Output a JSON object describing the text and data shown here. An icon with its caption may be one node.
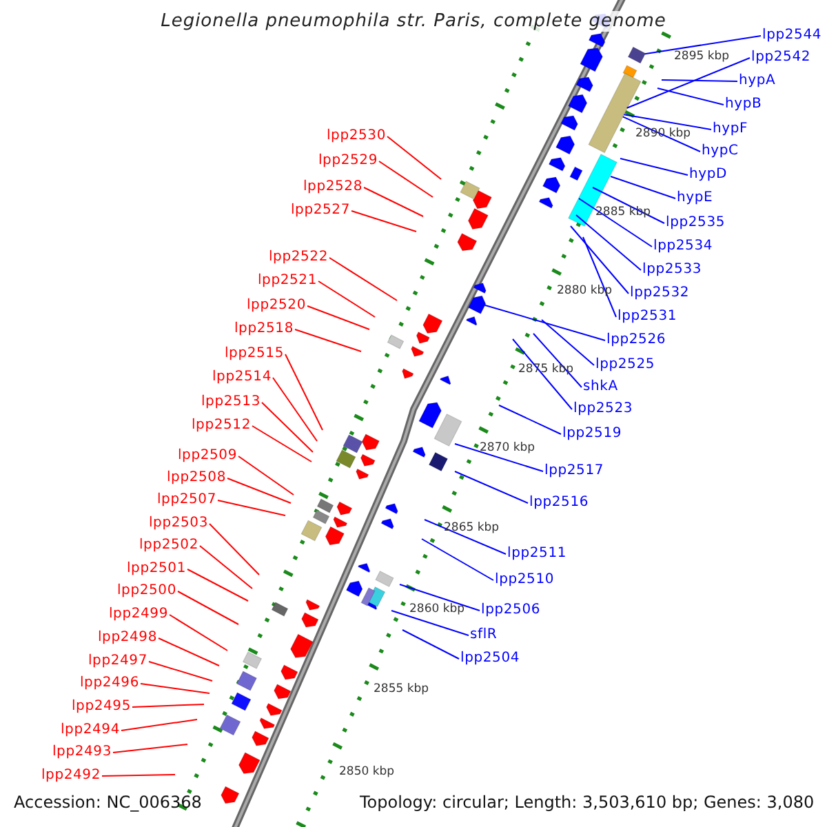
{
  "diagram": {
    "title": "Legionella pneumophila str. Paris, complete genome",
    "nodes": [
      {
        "text": [
          "lpp2530"
        ]
      },
      {
        "text": [
          "lpp2529"
        ]
      },
      {
        "text": [
          "lpp2528"
        ]
      },
      {
        "text": [
          "lpp2527"
        ]
      },
      {
        "text": [
          "lpp2522"
        ]
      },
      {
        "text": [
          "lpp2521"
        ]
      },
      {
        "text": [
          "lpp2520"
        ]
      },
      {
        "text": [
          "lpp2518"
        ]
      },
      {
        "text": [
          "lpp2515"
        ]
      },
      {
        "text": [
          "lpp2514"
        ]
      },
      {
        "text": [
          "lpp2513"
        ]
      },
      {
        "text": [
          "lpp2512"
        ]
      },
      {
        "text": [
          "lpp2509"
        ]
      },
      {
        "text": [
          "lpp2508"
        ]
      },
      {
        "text": [
          "lpp2507"
        ]
      },
      {
        "text": [
          "lpp2503"
        ]
      },
      {
        "text": [
          "lpp2502"
        ]
      },
      {
        "text": [
          "lpp2501"
        ]
      },
      {
        "text": [
          "lpp2500"
        ]
      },
      {
        "text": [
          "lpp2499"
        ]
      },
      {
        "text": [
          "lpp2498"
        ]
      },
      {
        "text": [
          "lpp2497"
        ]
      },
      {
        "text": [
          "lpp2496"
        ]
      },
      {
        "text": [
          "lpp2495"
        ]
      },
      {
        "text": [
          "lpp2494"
        ]
      },
      {
        "text": [
          "lpp2493"
        ]
      },
      {
        "text": [
          "lpp2492"
        ]
      },
      {
        "text": [
          "lpp2544"
        ]
      },
      {
        "text": [
          "lpp2542"
        ]
      },
      {
        "text": [
          "hypA"
        ]
      },
      {
        "text": [
          "hypB"
        ]
      },
      {
        "text": [
          "hypF"
        ]
      },
      {
        "text": [
          "hypC"
        ]
      },
      {
        "text": [
          "hypD"
        ]
      },
      {
        "text": [
          "hypE"
        ]
      },
      {
        "text": [
          "lpp2535"
        ]
      },
      {
        "text": [
          "lpp2534"
        ]
      },
      {
        "text": [
          "lpp2533"
        ]
      },
      {
        "text": [
          "lpp2532"
        ]
      },
      {
        "text": [
          "lpp2531"
        ]
      },
      {
        "text": [
          "lpp2526"
        ]
      },
      {
        "text": [
          "lpp2525"
        ]
      },
      {
        "text": [
          "shkA"
        ]
      },
      {
        "text": [
          "lpp2523"
        ]
      },
      {
        "text": [
          "lpp2519"
        ]
      },
      {
        "text": [
          "lpp2517"
        ]
      },
      {
        "text": [
          "lpp2516"
        ]
      },
      {
        "text": [
          "lpp2511"
        ]
      },
      {
        "text": [
          "lpp2510"
        ]
      },
      {
        "text": [
          "lpp2506"
        ]
      },
      {
        "text": [
          "sflR"
        ]
      },
      {
        "text": [
          "lpp2504"
        ]
      },
      {
        "text": [],
        "shape": "box"
      },
      {
        "text": [],
        "shape": "bar"
      },
      {
        "text": [],
        "shape": "arrow"
      }
    ],
    "edges": [
      {
        "from": 0,
        "to": null,
        "arrow": "none"
      },
      {
        "from": 1,
        "to": null,
        "arrow": "none"
      },
      {
        "from": 2,
        "to": null,
        "arrow": "none"
      },
      {
        "from": 3,
        "to": null,
        "arrow": "none"
      },
      {
        "from": 4,
        "to": null,
        "arrow": "none"
      },
      {
        "from": 5,
        "to": null,
        "arrow": "none"
      },
      {
        "from": 6,
        "to": null,
        "arrow": "none"
      },
      {
        "from": 7,
        "to": null,
        "arrow": "none"
      },
      {
        "from": 8,
        "to": null,
        "arrow": "none"
      },
      {
        "from": 9,
        "to": null,
        "arrow": "none"
      },
      {
        "from": 10,
        "to": null,
        "arrow": "none"
      },
      {
        "from": 11,
        "to": null,
        "arrow": "none"
      },
      {
        "from": 12,
        "to": null,
        "arrow": "none"
      },
      {
        "from": 13,
        "to": null,
        "arrow": "none"
      },
      {
        "from": 14,
        "to": null,
        "arrow": "none"
      },
      {
        "from": 15,
        "to": null,
        "arrow": "none"
      },
      {
        "from": 16,
        "to": null,
        "arrow": "none"
      },
      {
        "from": 17,
        "to": null,
        "arrow": "none"
      },
      {
        "from": 18,
        "to": null,
        "arrow": "none"
      },
      {
        "from": 19,
        "to": null,
        "arrow": "none"
      },
      {
        "from": 20,
        "to": null,
        "arrow": "none"
      },
      {
        "from": 21,
        "to": null,
        "arrow": "none"
      },
      {
        "from": 22,
        "to": null,
        "arrow": "none"
      },
      {
        "from": 23,
        "to": null,
        "arrow": "none"
      },
      {
        "from": 24,
        "to": null,
        "arrow": "none"
      },
      {
        "from": 25,
        "to": null,
        "arrow": "none"
      },
      {
        "from": 26,
        "to": null,
        "arrow": "none"
      },
      {
        "from": 27,
        "to": 52,
        "arrow": "none",
        "color": "#0000ff"
      },
      {
        "from": 28,
        "to": 53,
        "arrow": "none",
        "color": "#0000ff"
      },
      {
        "from": 29,
        "to": null,
        "arrow": "none",
        "color": "#0000ff"
      },
      {
        "from": 30,
        "to": null,
        "arrow": "none",
        "color": "#0000ff"
      },
      {
        "from": 31,
        "to": 53,
        "arrow": "none",
        "color": "#0000ff"
      },
      {
        "from": 32,
        "to": 53,
        "arrow": "none",
        "color": "#0000ff"
      },
      {
        "from": 33,
        "to": null,
        "arrow": "none",
        "color": "#0000ff"
      },
      {
        "from": 34,
        "to": null,
        "arrow": "none",
        "color": "#0000ff"
      },
      {
        "from": 35,
        "to": null,
        "arrow": "none",
        "color": "#0000ff"
      },
      {
        "from": 36,
        "to": null,
        "arrow": "none",
        "color": "#0000ff"
      },
      {
        "from": 37,
        "to": null,
        "arrow": "none",
        "color": "#0000ff"
      },
      {
        "from": 38,
        "to": null,
        "arrow": "none",
        "color": "#0000ff"
      },
      {
        "from": 39,
        "to": null,
        "arrow": "none",
        "color": "#0000ff"
      },
      {
        "from": 40,
        "to": 54,
        "arrow": "none",
        "color": "#0000ff"
      },
      {
        "from": 41,
        "to": null,
        "arrow": "none",
        "color": "#0000ff"
      },
      {
        "from": 42,
        "to": null,
        "arrow": "none",
        "color": "#0000ff"
      },
      {
        "from": 43,
        "to": null,
        "arrow": "none",
        "color": "#0000ff"
      },
      {
        "from": 44,
        "to": null,
        "arrow": "none",
        "color": "#0000ff"
      },
      {
        "from": 45,
        "to": null,
        "arrow": "none",
        "color": "#0000ff"
      },
      {
        "from": 46,
        "to": null,
        "arrow": "none",
        "color": "#0000ff"
      },
      {
        "from": 47,
        "to": null,
        "arrow": "none",
        "color": "#0000ff"
      },
      {
        "from": 48,
        "to": null,
        "arrow": "none",
        "color": "#0000ff"
      },
      {
        "from": 49,
        "to": null,
        "arrow": "none",
        "color": "#0000ff"
      },
      {
        "from": 50,
        "to": null,
        "arrow": "none",
        "color": "#0000ff"
      },
      {
        "from": 51,
        "to": null,
        "arrow": "none",
        "color": "#0000ff"
      }
    ],
    "labels": [
      "2895 kbp",
      "2890 kbp",
      "2885 kbp",
      "2880 kbp",
      "2875 kbp",
      "2870 kbp",
      "2865 kbp",
      "2860 kbp",
      "2855 kbp",
      "2850 kbp",
      "Accession: NC_006368",
      "Topology: circular; Length: 3,503,610 bp; Genes: 3,080"
    ]
  }
}
